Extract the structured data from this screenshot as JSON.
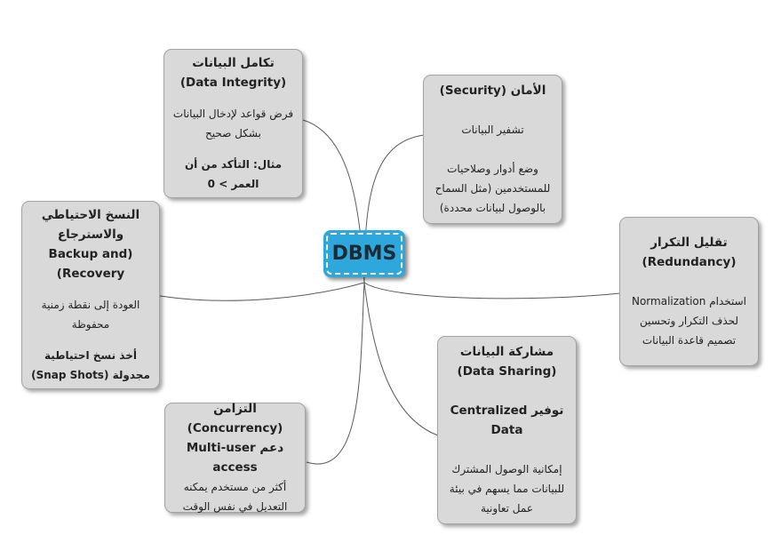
{
  "central": {
    "label": "DBMS"
  },
  "topics": {
    "integrity": {
      "title": "تكامل البيانات (Data Integrity)",
      "desc": "فرض قواعد لإدخال البيانات بشكل صحيح",
      "example": "مثال: التأكد من أن العمر > 0"
    },
    "security": {
      "title": "الأمان (Security)",
      "line1": "تشفير البيانات",
      "line2": "وضع أدوار وصلاحيات للمستخدمين (مثل السماح بالوصول لبيانات محددة)"
    },
    "backup": {
      "title": "النسخ الاحتياطي والاسترجاع (Backup and Recovery)",
      "line1": "العودة إلى نقطة زمنية محفوظة",
      "line2": "أخذ نسخ احتياطية مجدولة (Snap Shots)"
    },
    "redundancy": {
      "title": "تقليل التكرار (Redundancy)",
      "line1": "استخدام Normalization لحذف التكرار وتحسين تصميم قاعدة البيانات"
    },
    "sharing": {
      "title": "مشاركة البيانات (Data Sharing)",
      "line1": "توفير Centralized Data",
      "line2": "إمكانية الوصول المشترك للبيانات مما يسهم في بيئة عمل تعاونية"
    },
    "concurrency": {
      "title": "التزامن (Concurrency)",
      "line1": "دعم Multi-user access",
      "line2": "أكثر من مستخدم يمكنه التعديل في نفس الوقت"
    }
  },
  "colors": {
    "central_fill": "#2ea8dc",
    "topic_fill": "#d9d9d9",
    "connector": "#555555"
  }
}
